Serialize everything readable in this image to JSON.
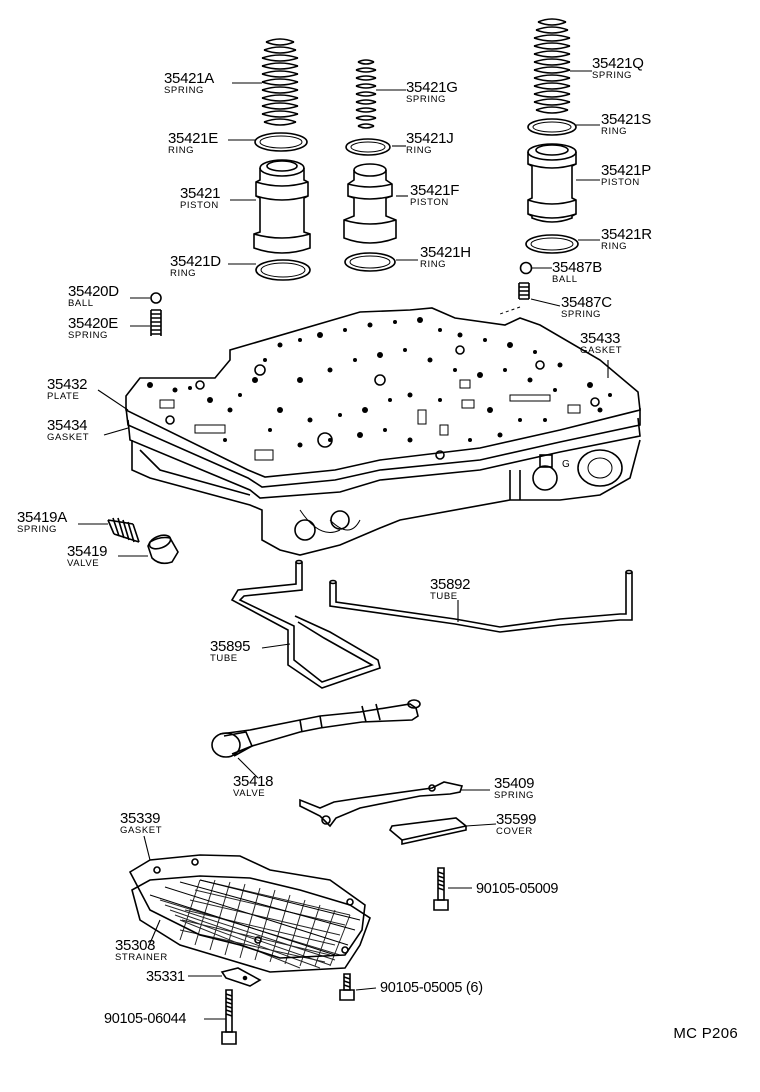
{
  "parts": {
    "p35421A": {
      "num": "35421A",
      "desc": "SPRING"
    },
    "p35421G": {
      "num": "35421G",
      "desc": "SPRING"
    },
    "p35421Q": {
      "num": "35421Q",
      "desc": "SPRING"
    },
    "p35421E": {
      "num": "35421E",
      "desc": "RING"
    },
    "p35421J": {
      "num": "35421J",
      "desc": "RING"
    },
    "p35421S": {
      "num": "35421S",
      "desc": "RING"
    },
    "p35421": {
      "num": "35421",
      "desc": "PISTON"
    },
    "p35421F": {
      "num": "35421F",
      "desc": "PISTON"
    },
    "p35421P": {
      "num": "35421P",
      "desc": "PISTON"
    },
    "p35421D": {
      "num": "35421D",
      "desc": "RING"
    },
    "p35421H": {
      "num": "35421H",
      "desc": "RING"
    },
    "p35421R": {
      "num": "35421R",
      "desc": "RING"
    },
    "p35420D": {
      "num": "35420D",
      "desc": "BALL"
    },
    "p35420E": {
      "num": "35420E",
      "desc": "SPRING"
    },
    "p35487B": {
      "num": "35487B",
      "desc": "BALL"
    },
    "p35487C": {
      "num": "35487C",
      "desc": "SPRING"
    },
    "p35433": {
      "num": "35433",
      "desc": "GASKET"
    },
    "p35432": {
      "num": "35432",
      "desc": "PLATE"
    },
    "p35434": {
      "num": "35434",
      "desc": "GASKET"
    },
    "p35419A": {
      "num": "35419A",
      "desc": "SPRING"
    },
    "p35419": {
      "num": "35419",
      "desc": "VALVE"
    },
    "p35892": {
      "num": "35892",
      "desc": "TUBE"
    },
    "p35895": {
      "num": "35895",
      "desc": "TUBE"
    },
    "p35418": {
      "num": "35418",
      "desc": "VALVE"
    },
    "p35409": {
      "num": "35409",
      "desc": "SPRING"
    },
    "p35599": {
      "num": "35599",
      "desc": "COVER"
    },
    "p35339": {
      "num": "35339",
      "desc": "GASKET"
    },
    "p35303": {
      "num": "35303",
      "desc": "STRAINER"
    },
    "p35331": {
      "num": "35331"
    },
    "b9010505009": {
      "num": "90105-05009"
    },
    "b9010505005": {
      "num": "90105-05005 (6)"
    },
    "b9010506044": {
      "num": "90105-06044"
    }
  },
  "footer": "MC P206"
}
